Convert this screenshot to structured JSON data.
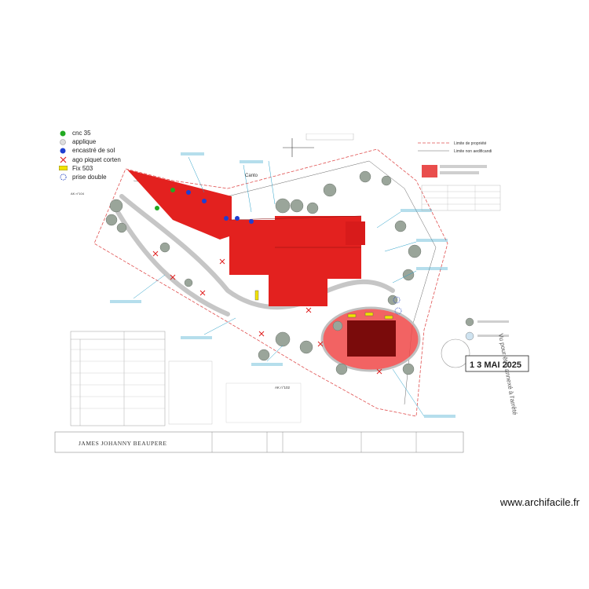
{
  "legend": {
    "items": [
      {
        "label": "cnc 35",
        "symbol": "green-dot-icon",
        "color": "#22aa22"
      },
      {
        "label": "applique",
        "symbol": "light-dot-icon",
        "color": "#cccccc"
      },
      {
        "label": "encastré de sol",
        "symbol": "blue-dot-icon",
        "color": "#1f3fd1"
      },
      {
        "label": "ago piquet corten",
        "symbol": "red-cross-icon",
        "color": "#e02020"
      },
      {
        "label": "Fix 503",
        "symbol": "yellow-bar-icon",
        "color": "#f2e200"
      },
      {
        "label": "prise double",
        "symbol": "dashed-circle-icon",
        "color": "#2040c0"
      }
    ]
  },
  "plan": {
    "top_legend": {
      "limit_property": "Limite de propriété",
      "limit_non_build": "Limite non aedificandi"
    },
    "parcel_ak104": "AK n°104",
    "parcel_ak102": "AK n°102",
    "street_label": "Canto",
    "stamp_date": "1 3 MAI 2025",
    "stamp_vu": "Vu pour être annexé à l'arrêté",
    "architect": "JAMES JOHANNY BEAUPERE",
    "colors": {
      "building": "#e3211f",
      "zone": "#f04848",
      "greenery": "#9aa59a",
      "path": "#b8b8b8"
    }
  },
  "watermark": "www.archifacile.fr"
}
